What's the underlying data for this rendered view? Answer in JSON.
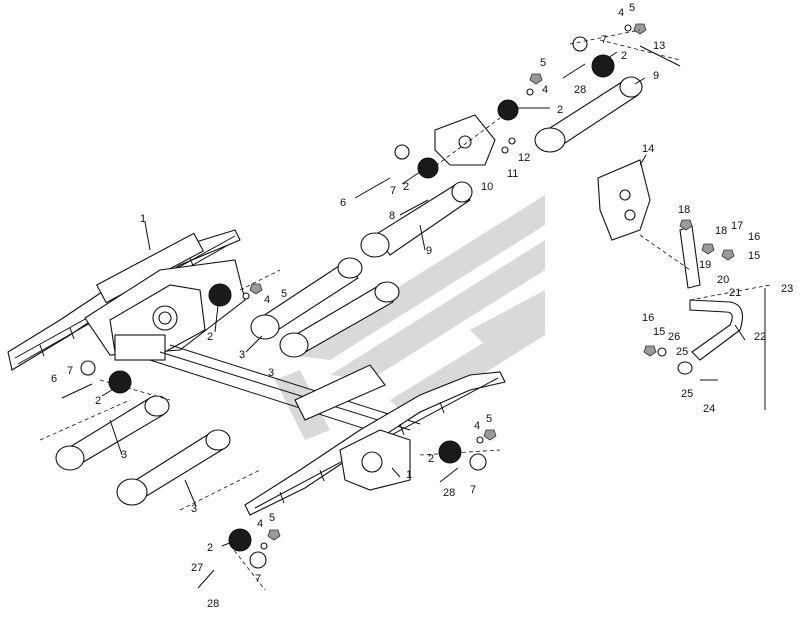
{
  "colors": {
    "watermark": "#d9d9d9",
    "ink": "#111111",
    "background": "#ffffff"
  },
  "labels": {
    "l1a": "1",
    "l1b": "1",
    "l2a": "2",
    "l2b": "2",
    "l2c": "2",
    "l2d": "2",
    "l2e": "2",
    "l2f": "2",
    "l2g": "2",
    "l3a": "3",
    "l3b": "3",
    "l3c": "3",
    "l3d": "3",
    "l4a": "4",
    "l4b": "4",
    "l4c": "4",
    "l4d": "4",
    "l4e": "4",
    "l5a": "5",
    "l5b": "5",
    "l5c": "5",
    "l5d": "5",
    "l5e": "5",
    "l6a": "6",
    "l6b": "6",
    "l7a": "7",
    "l7b": "7",
    "l7c": "7",
    "l7d": "7",
    "l7e": "7",
    "l8": "8",
    "l9a": "9",
    "l9b": "9",
    "l10": "10",
    "l11": "11",
    "l12": "12",
    "l13": "13",
    "l14": "14",
    "l15a": "15",
    "l15b": "15",
    "l16a": "16",
    "l16b": "16",
    "l17": "17",
    "l18a": "18",
    "l18b": "18",
    "l19": "19",
    "l20": "20",
    "l21": "21",
    "l22": "22",
    "l23": "23",
    "l24": "24",
    "l25a": "25",
    "l25b": "25",
    "l26": "26",
    "l27": "27",
    "l28a": "28",
    "l28b": "28",
    "l28c": "28"
  }
}
